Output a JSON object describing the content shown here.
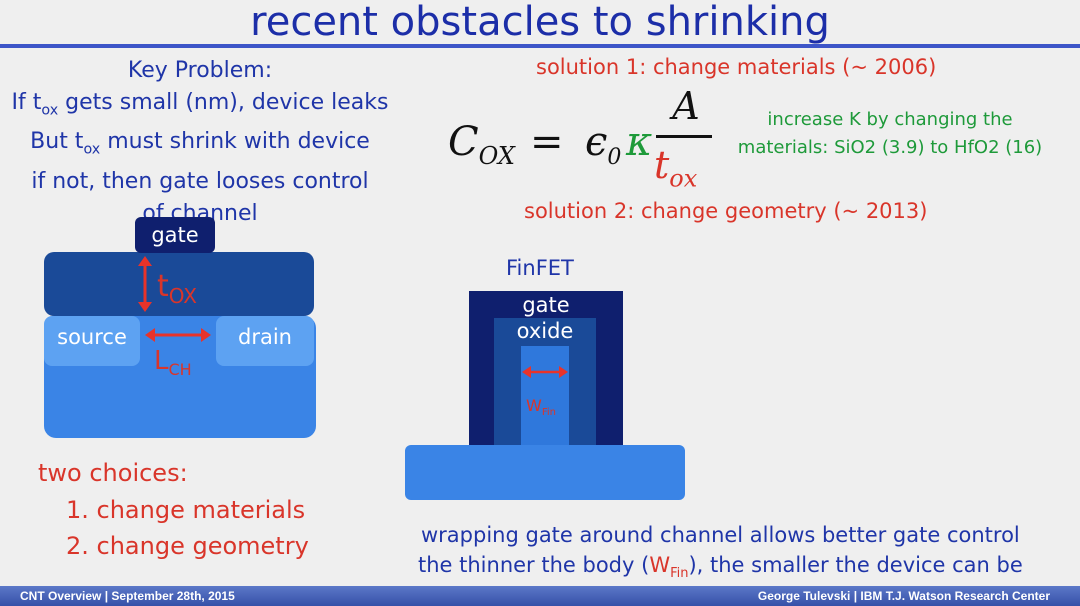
{
  "title": "recent obstacles to shrinking",
  "key_problem": {
    "heading": "Key Problem:",
    "line1_pre": "If t",
    "line1_sub": "ox",
    "line1_post": " gets small (nm), device leaks",
    "line2_pre": "But t",
    "line2_sub": "ox",
    "line2_post": " must shrink with device",
    "line3": "if not, then gate looses control",
    "line4": "of channel"
  },
  "mosfet": {
    "gate": "gate",
    "tox_main": "t",
    "tox_sub": "OX",
    "source": "source",
    "drain": "drain",
    "lch_main": "L",
    "lch_sub": "CH"
  },
  "choices": {
    "heading": "two choices:",
    "item1": "1.  change materials",
    "item2": "2.  change geometry"
  },
  "solution1": "solution 1:  change materials (~ 2006)",
  "formula": {
    "lhs_main": "C",
    "lhs_sub": "OX",
    "equals": "=",
    "eps": "ϵ",
    "eps_sub": "0",
    "kappa": "κ",
    "numerator": "A",
    "den_main": "t",
    "den_sub": "ox"
  },
  "increase_note": {
    "line1": "increase K by changing the",
    "line2": "materials:  SiO2 (3.9) to HfO2 (16)"
  },
  "solution2": "solution 2:  change geometry (~ 2013)",
  "finfet": {
    "label": "FinFET",
    "gate": "gate",
    "oxide": "oxide",
    "w_main": "W",
    "w_sub": "Fin"
  },
  "bottom": {
    "line1": "wrapping gate around channel allows better gate control",
    "line2_pre": "the thinner the body (",
    "line2_w": "W",
    "line2_sub": "Fin",
    "line2_post": "), the smaller the device can be"
  },
  "footer": {
    "left": "CNT Overview | September 28th, 2015",
    "right": "George Tulevski | IBM T.J. Watson Research Center"
  },
  "colors": {
    "title_blue": "#1c2ea8",
    "red": "#d9352a",
    "green": "#1e9a3a",
    "gate_navy": "#0f1f6e",
    "oxide_blue": "#1a4a98",
    "channel_blue": "#2f78dc",
    "substrate_blue": "#3a84e6"
  }
}
